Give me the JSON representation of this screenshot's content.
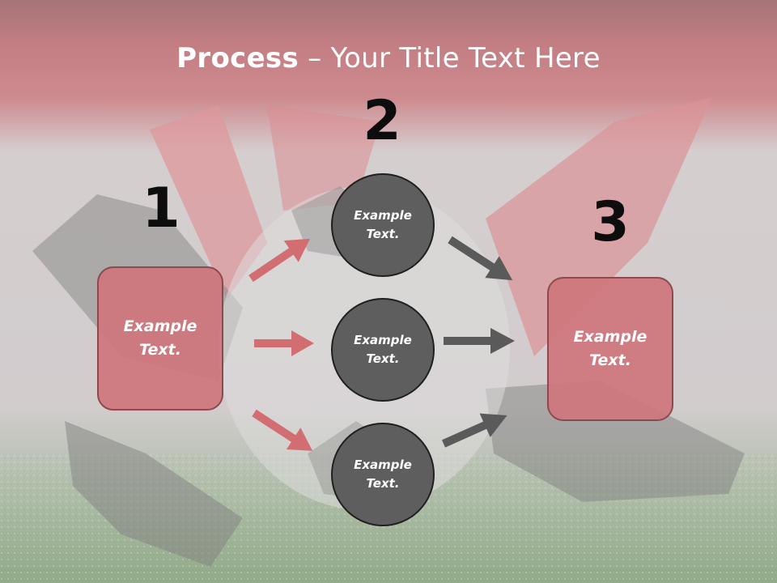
{
  "title": {
    "bold": "Process",
    "rest": " – Your Title Text Here"
  },
  "steps": [
    {
      "number": "1",
      "text": "Example\nText."
    },
    {
      "number": "2",
      "items": [
        "Example\nText.",
        "Example\nText.",
        "Example\nText."
      ]
    },
    {
      "number": "3",
      "text": "Example\nText."
    }
  ],
  "colors": {
    "banner": "#c0555d",
    "box_fill": "#ce767c",
    "circle_fill": "#5e5e5e",
    "arrow_pink": "#d26d72",
    "arrow_gray": "#5a5a5a"
  }
}
